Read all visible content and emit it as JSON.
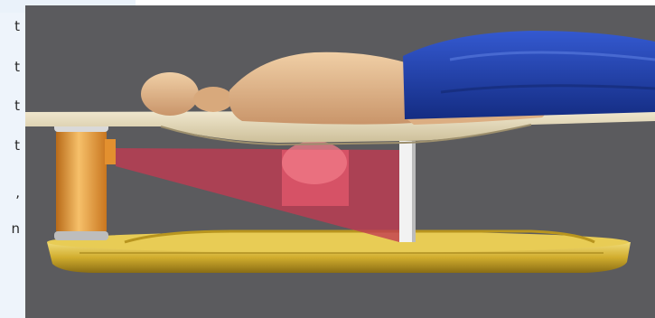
{
  "side_text": {
    "fragments": [
      "t",
      "t",
      "t",
      "t",
      ",",
      "n"
    ]
  },
  "illustration": {
    "subject": "patient-on-scanner-table",
    "colors": {
      "background": "#5b5b5e",
      "table": "#e4d7b8",
      "skin": "#e5b98d",
      "garment": "#1f3fa8",
      "xray_beam": "#c23a52",
      "tube": "#e89a3b",
      "base": "#d8b93a",
      "detector": "#f2f2f2"
    }
  }
}
